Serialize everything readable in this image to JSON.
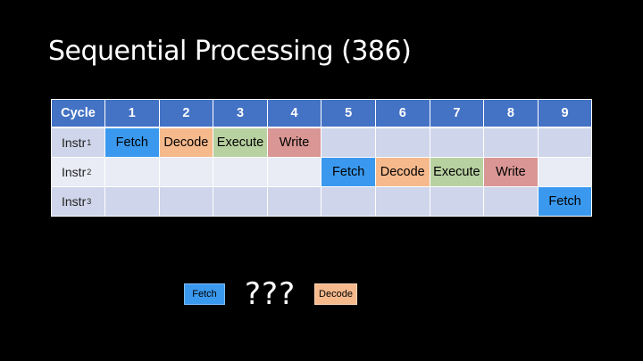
{
  "slide": {
    "title": "Sequential Processing (386)"
  },
  "table": {
    "header": [
      "Cycle",
      "1",
      "2",
      "3",
      "4",
      "5",
      "6",
      "7",
      "8",
      "9"
    ],
    "rows": [
      {
        "label": "Instr",
        "sub": "1",
        "cells": [
          "Fetch",
          "Decode",
          "Execute",
          "Write",
          "",
          "",
          "",
          "",
          ""
        ]
      },
      {
        "label": "Instr",
        "sub": "2",
        "cells": [
          "",
          "",
          "",
          "",
          "Fetch",
          "Decode",
          "Execute",
          "Write",
          ""
        ]
      },
      {
        "label": "Instr",
        "sub": "3",
        "cells": [
          "",
          "",
          "",
          "",
          "",
          "",
          "",
          "",
          "Fetch"
        ]
      }
    ]
  },
  "bottom": {
    "fetch_label": "Fetch",
    "question": "???",
    "decode_label": "Decode"
  },
  "colors": {
    "header": "#4472c4",
    "fetch": "#3a99ee",
    "decode": "#f6b98c",
    "execute": "#b7d1a0",
    "write": "#d99694",
    "row_odd": "#cfd5ea",
    "row_even": "#e9ebf5"
  }
}
